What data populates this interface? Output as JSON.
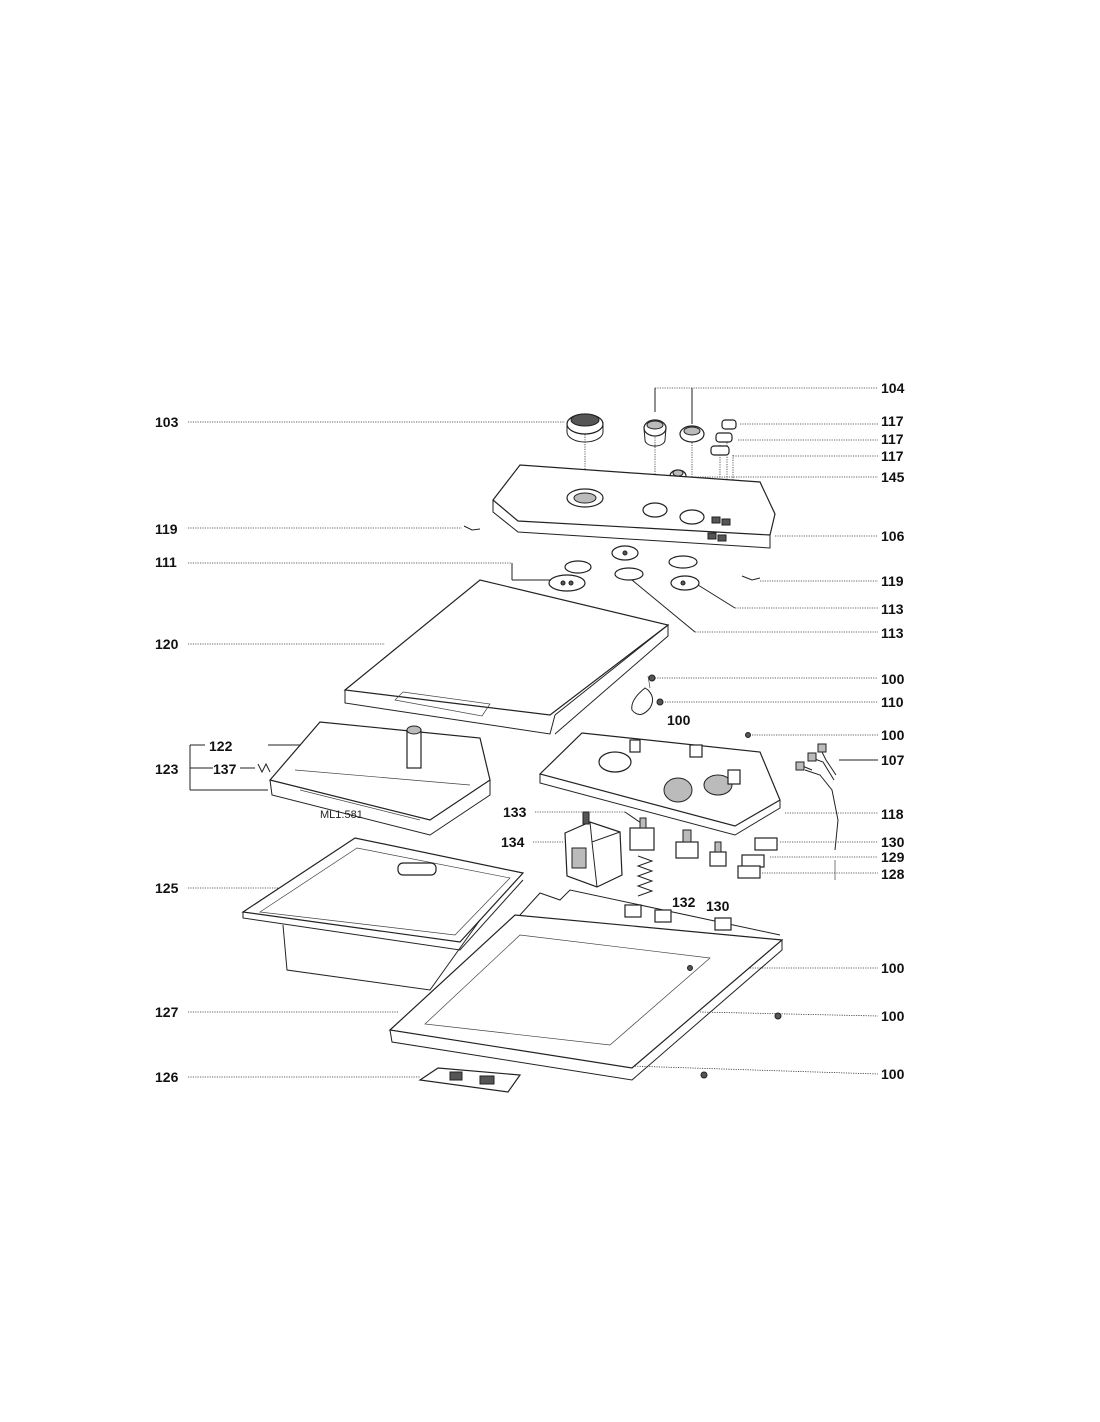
{
  "diagram": {
    "labels": {
      "p103": "103",
      "p104": "104",
      "p117a": "117",
      "p117b": "117",
      "p117c": "117",
      "p145": "145",
      "p119a": "119",
      "p106": "106",
      "p111": "111",
      "p119b": "119",
      "p113a": "113",
      "p113b": "113",
      "p120": "120",
      "p100a": "100",
      "p110": "110",
      "p100b": "100",
      "p100c": "100",
      "p107": "107",
      "p122": "122",
      "p123": "123",
      "p137": "137",
      "p133": "133",
      "p118": "118",
      "p134": "134",
      "p130a": "130",
      "p129": "129",
      "p128": "128",
      "p132": "132",
      "p130b": "130",
      "p125": "125",
      "p100d": "100",
      "p127": "127",
      "p100e": "100",
      "p126": "126",
      "p100f": "100"
    },
    "dispenser_marking": "ML1.581"
  }
}
